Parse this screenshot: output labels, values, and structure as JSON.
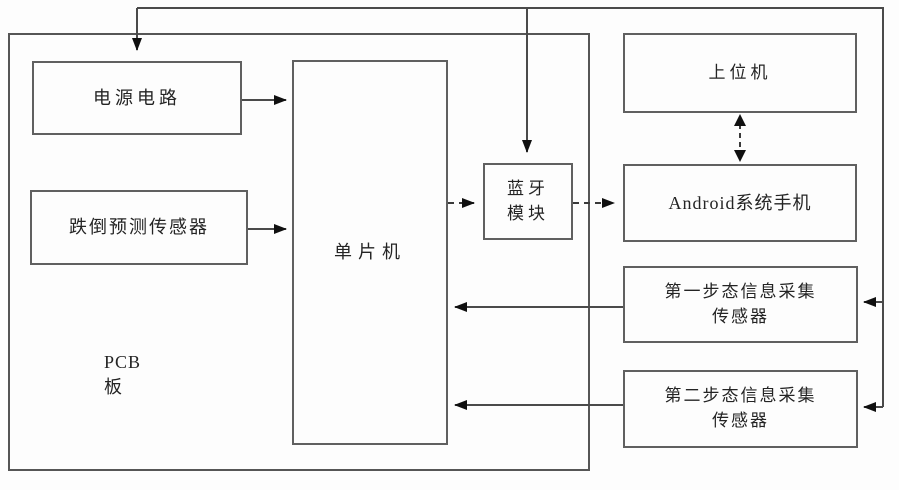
{
  "diagram": {
    "type": "block-diagram",
    "boxes": {
      "pcb_board": {
        "label": "PCB板"
      },
      "power_circuit": {
        "label": "电源电路"
      },
      "fall_prediction_sensor": {
        "label": "跌倒预测传感器"
      },
      "mcu": {
        "label": "单片机"
      },
      "bluetooth_module": {
        "label_line1": "蓝牙",
        "label_line2": "模块"
      },
      "host_computer": {
        "label": "上位机"
      },
      "android_phone": {
        "label": "Android系统手机"
      },
      "gait_sensor_1": {
        "label_line1": "第一步态信息采集",
        "label_line2": "传感器"
      },
      "gait_sensor_2": {
        "label_line1": "第二步态信息采集",
        "label_line2": "传感器"
      }
    },
    "connections": [
      {
        "from": "top_bus",
        "to": "power_circuit",
        "style": "solid",
        "direction": "one-way"
      },
      {
        "from": "top_bus",
        "to": "bluetooth_module",
        "style": "solid",
        "direction": "one-way"
      },
      {
        "from": "top_bus",
        "to": "gait_sensor_1",
        "style": "solid",
        "direction": "one-way"
      },
      {
        "from": "top_bus",
        "to": "gait_sensor_2",
        "style": "solid",
        "direction": "one-way"
      },
      {
        "from": "power_circuit",
        "to": "mcu",
        "style": "solid",
        "direction": "one-way"
      },
      {
        "from": "fall_prediction_sensor",
        "to": "mcu",
        "style": "solid",
        "direction": "one-way"
      },
      {
        "from": "gait_sensor_1",
        "to": "mcu",
        "style": "solid",
        "direction": "one-way"
      },
      {
        "from": "gait_sensor_2",
        "to": "mcu",
        "style": "solid",
        "direction": "one-way"
      },
      {
        "from": "mcu",
        "to": "bluetooth_module",
        "style": "dashed",
        "direction": "one-way"
      },
      {
        "from": "bluetooth_module",
        "to": "android_phone",
        "style": "dashed",
        "direction": "one-way"
      },
      {
        "from": "android_phone",
        "to": "host_computer",
        "style": "dashed",
        "direction": "two-way"
      }
    ],
    "colors": {
      "background": "#fdfdfd",
      "box_border": "#606060",
      "wire": "#4a4a4a",
      "arrowhead": "#101010",
      "text": "#242424"
    }
  }
}
